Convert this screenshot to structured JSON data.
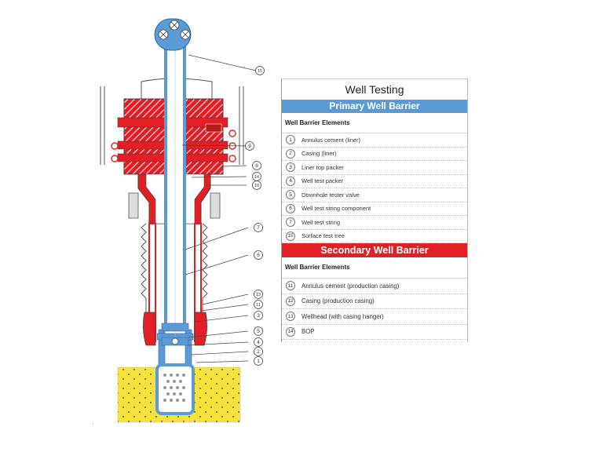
{
  "table": {
    "title": "Well Testing",
    "primary": {
      "header": "Primary Well Barrier",
      "subheader": "Well Barrier Elements",
      "items": [
        {
          "num": "1",
          "label": "Annulus cement (liner)"
        },
        {
          "num": "2",
          "label": "Casing (liner)"
        },
        {
          "num": "3",
          "label": "Liner top packer"
        },
        {
          "num": "4",
          "label": "Well test packer"
        },
        {
          "num": "5",
          "label": "Downhole tester valve"
        },
        {
          "num": "6",
          "label": "Well test string component"
        },
        {
          "num": "7",
          "label": "Well test string"
        },
        {
          "num": "15",
          "label": "Surface test tree"
        }
      ]
    },
    "secondary": {
      "header": "Secondary Well Barrier",
      "subheader": "Well Barrier Elements",
      "items": [
        {
          "num": "11",
          "label": "Annulus cement (production casing)"
        },
        {
          "num": "12",
          "label": "Casing (production casing)"
        },
        {
          "num": "13",
          "label": "Wellhead (with casing hanger)"
        },
        {
          "num": "14",
          "label": "BOP"
        }
      ]
    }
  },
  "callouts": [
    "15",
    "9",
    "8",
    "14",
    "10",
    "7",
    "6",
    "13",
    "11",
    "3",
    "5",
    "4",
    "2",
    "1"
  ],
  "colors": {
    "primary": "#5b9bd5",
    "secondary": "#e31e24",
    "formation": "#f6e23a"
  }
}
